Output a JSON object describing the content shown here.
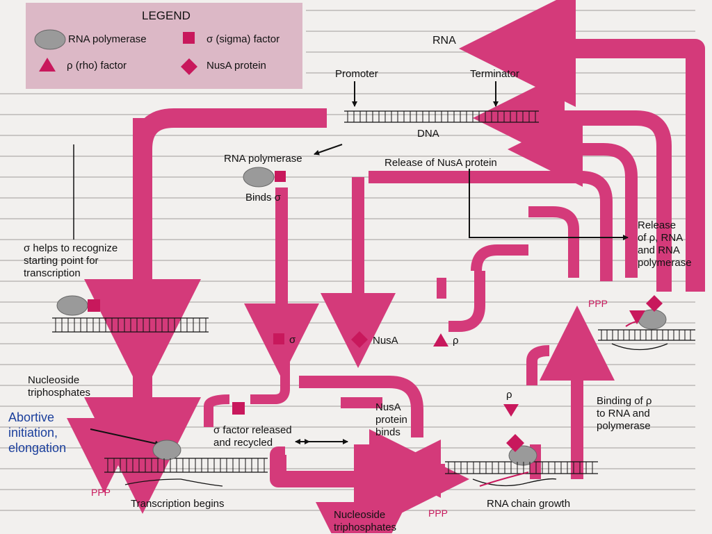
{
  "legend": {
    "title": "LEGEND",
    "items": [
      {
        "label": "RNA polymerase",
        "icon": "rna-polymerase-icon"
      },
      {
        "label": "σ (sigma) factor",
        "icon": "sigma-factor-icon"
      },
      {
        "label": "ρ (rho) factor",
        "icon": "rho-factor-icon"
      },
      {
        "label": "NusA protein",
        "icon": "nusa-protein-icon"
      }
    ]
  },
  "labels": {
    "rna": "RNA",
    "promoter": "Promoter",
    "terminator": "Terminator",
    "dna": "DNA",
    "rna_polymerase": "RNA polymerase",
    "binds_sigma": "Binds σ",
    "release_nusa": "Release of NusA protein",
    "release_rho": "Release\nof ρ, RNA\nand RNA\npolymerase",
    "sigma_helps": "σ helps to recognize\nstarting point for\ntranscription",
    "sigma_small": "σ",
    "nusa_small": "NusA",
    "rho_small": "ρ",
    "rho_small_2": "ρ",
    "ppp_1": "PPP",
    "ppp_2": "PPP",
    "ppp_3": "PPP",
    "nucleoside_left": "Nucleoside\ntriphosphates",
    "abortive": "Abortive\ninitiation,\nelongation",
    "sigma_released": "σ factor released\nand recycled",
    "nusa_binds": "NusA\nprotein\nbinds",
    "binding_rho": "Binding of ρ\nto RNA and\npolymerase",
    "transcription_begins": "Transcription begins",
    "nucleoside_bottom": "Nucleoside\ntriphosphates",
    "rna_chain_growth": "RNA chain growth"
  },
  "colors": {
    "cycle_arrow": "#d43a7a",
    "factor": "#c8185c",
    "polymerase": "#9a9a9a",
    "legend_bg": "#dcb8c6",
    "abortive_text": "#1b3f9c"
  }
}
